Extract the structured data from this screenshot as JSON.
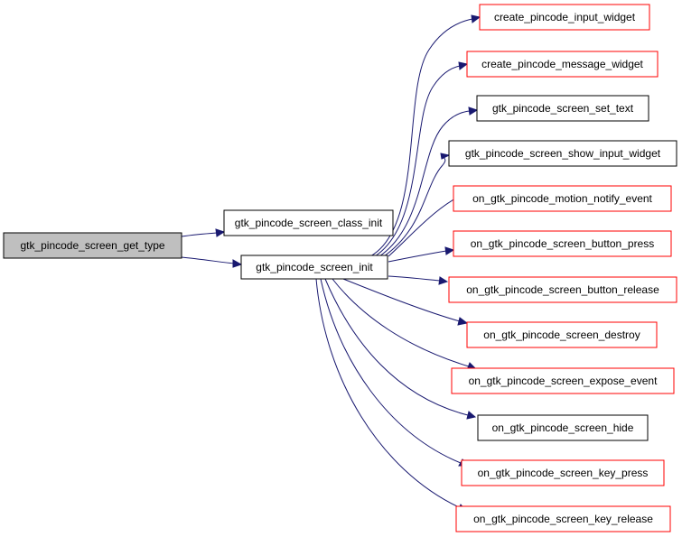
{
  "colors": {
    "edge": "#191970",
    "root_fill": "#bfbfbf",
    "border_black": "#000000",
    "border_red": "#ff0000"
  },
  "nodes": {
    "root": {
      "label": "gtk_pincode_screen_get_type",
      "border": "black",
      "highlighted": true
    },
    "class_init": {
      "label": "gtk_pincode_screen_class_init",
      "border": "black"
    },
    "init": {
      "label": "gtk_pincode_screen_init",
      "border": "black"
    },
    "targets": [
      {
        "label": "create_pincode_input_widget",
        "border": "red"
      },
      {
        "label": "create_pincode_message_widget",
        "border": "red"
      },
      {
        "label": "gtk_pincode_screen_set_text",
        "border": "black"
      },
      {
        "label": "gtk_pincode_screen_show_input_widget",
        "border": "black"
      },
      {
        "label": "on_gtk_pincode_motion_notify_event",
        "border": "red"
      },
      {
        "label": "on_gtk_pincode_screen_button_press",
        "border": "red"
      },
      {
        "label": "on_gtk_pincode_screen_button_release",
        "border": "red"
      },
      {
        "label": "on_gtk_pincode_screen_destroy",
        "border": "red"
      },
      {
        "label": "on_gtk_pincode_screen_expose_event",
        "border": "red"
      },
      {
        "label": "on_gtk_pincode_screen_hide",
        "border": "black"
      },
      {
        "label": "on_gtk_pincode_screen_key_press",
        "border": "red"
      },
      {
        "label": "on_gtk_pincode_screen_key_release",
        "border": "red"
      }
    ]
  }
}
